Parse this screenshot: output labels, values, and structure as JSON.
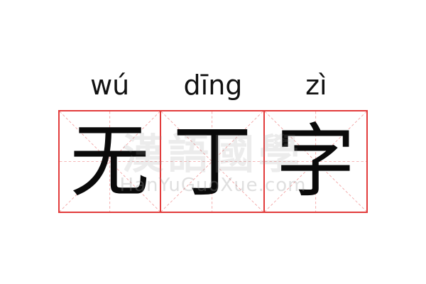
{
  "entry": {
    "pinyin": [
      "wú",
      "dīng",
      "zì"
    ],
    "characters": [
      "无",
      "丁",
      "字"
    ]
  },
  "watermark": {
    "logo": "漢語國學",
    "text": "HanYuGuoXue.com"
  },
  "colors": {
    "grid_border": "#e23b3b",
    "grid_guides": "#f2a0a0",
    "character": "#0a0a0a",
    "pinyin": "#111111"
  }
}
